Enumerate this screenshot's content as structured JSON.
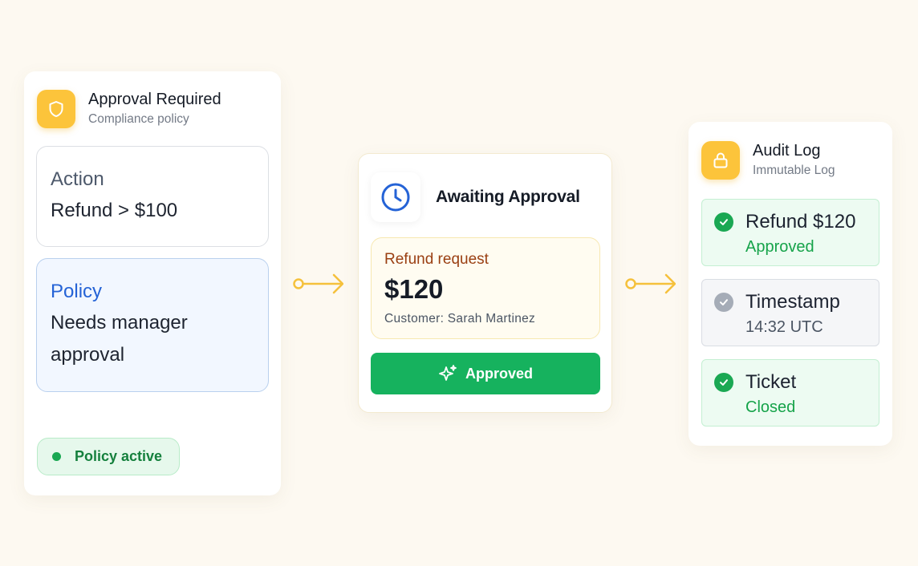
{
  "colors": {
    "background": "#fdf9f1",
    "accent_yellow": "#fcc43b",
    "success_green": "#16b25e",
    "policy_blue": "#2563d6"
  },
  "approval_card": {
    "icon": "shield-icon",
    "title": "Approval Required",
    "subtitle": "Compliance policy",
    "action": {
      "label": "Action",
      "value": "Refund > $100"
    },
    "policy": {
      "label": "Policy",
      "value": "Needs manager approval"
    },
    "status_pill": "Policy active"
  },
  "awaiting_card": {
    "icon": "clock-icon",
    "title": "Awaiting Approval",
    "request": {
      "label": "Refund request",
      "amount": "$120",
      "customer": "Customer: Sarah Martinez"
    },
    "button_icon": "sparkle-icon",
    "button_label": "Approved"
  },
  "audit_card": {
    "icon": "lock-icon",
    "title": "Audit Log",
    "subtitle": "Immutable Log",
    "entries": [
      {
        "title": "Refund $120",
        "detail": "Approved",
        "status": "done"
      },
      {
        "title": "Timestamp",
        "detail": "14:32 UTC",
        "status": "info"
      },
      {
        "title": "Ticket",
        "detail": "Closed",
        "status": "done"
      }
    ]
  }
}
